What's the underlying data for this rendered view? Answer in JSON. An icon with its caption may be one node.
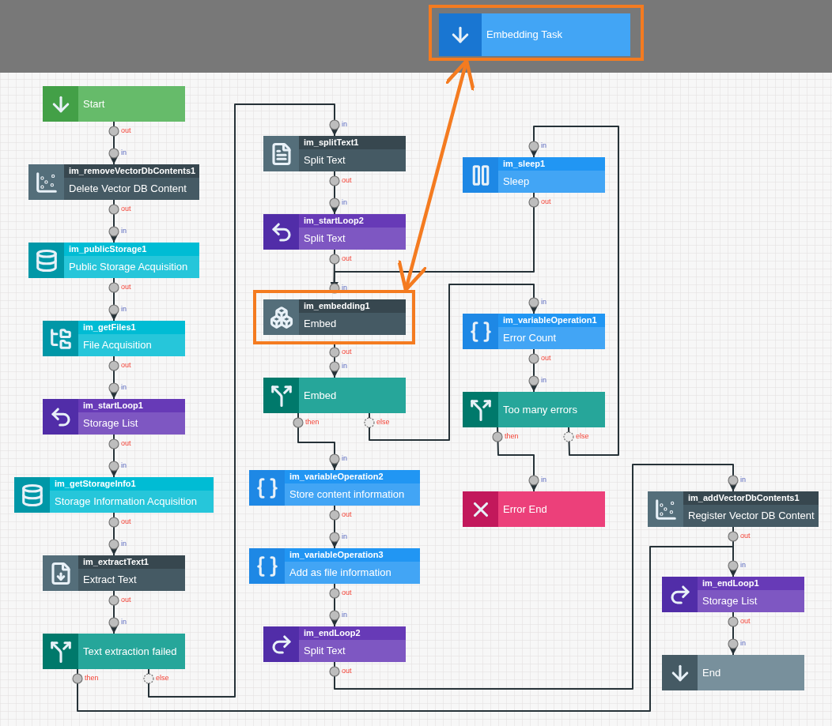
{
  "diagram": {
    "nodes": [
      {
        "text": [
          "Start"
        ],
        "beside": [
          "out"
        ]
      },
      {
        "text": [
          "im_removeVectorDbContents1",
          "Delete Vector DB Content"
        ],
        "beside": [
          "in",
          "out"
        ]
      },
      {
        "text": [
          "im_publicStorage1",
          "Public Storage Acquisition"
        ],
        "beside": [
          "in",
          "out"
        ]
      },
      {
        "text": [
          "im_getFiles1",
          "File Acquisition"
        ],
        "beside": [
          "in",
          "out"
        ]
      },
      {
        "text": [
          "im_startLoop1",
          "Storage List"
        ],
        "beside": [
          "in",
          "out"
        ]
      },
      {
        "text": [
          "im_getStorageInfo1",
          "Storage Information Acquisition"
        ],
        "beside": [
          "in",
          "out"
        ]
      },
      {
        "text": [
          "im_extractText1",
          "Extract Text"
        ],
        "beside": [
          "in",
          "out"
        ]
      },
      {
        "text": [
          "Text extraction failed"
        ],
        "beside": [
          "in",
          "then",
          "else"
        ]
      },
      {
        "text": [
          "im_splitText1",
          "Split Text"
        ],
        "beside": [
          "in",
          "out"
        ]
      },
      {
        "text": [
          "im_startLoop2",
          "Split Text"
        ],
        "beside": [
          "in",
          "out"
        ]
      },
      {
        "text": [
          "im_embedding1",
          "Embed"
        ],
        "beside": [
          "in",
          "out"
        ]
      },
      {
        "text": [
          "Embed"
        ],
        "beside": [
          "in",
          "then",
          "else"
        ]
      },
      {
        "text": [
          "im_variableOperation2",
          "Store content information"
        ],
        "beside": [
          "in",
          "out"
        ]
      },
      {
        "text": [
          "im_variableOperation3",
          "Add as file information"
        ],
        "beside": [
          "in",
          "out"
        ]
      },
      {
        "text": [
          "im_endLoop2",
          "Split Text"
        ],
        "beside": [
          "in",
          "out"
        ]
      },
      {
        "text": [
          "im_sleep1",
          "Sleep"
        ],
        "beside": [
          "in",
          "out"
        ]
      },
      {
        "text": [
          "im_variableOperation1",
          "Error Count"
        ],
        "beside": [
          "in",
          "out"
        ]
      },
      {
        "text": [
          "Too many errors"
        ],
        "beside": [
          "in",
          "then",
          "else"
        ]
      },
      {
        "text": [
          "Error End"
        ],
        "beside": [
          "in"
        ]
      },
      {
        "text": [
          "im_addVectorDbContents1",
          "Register Vector DB Content"
        ],
        "beside": [
          "in",
          "out"
        ]
      },
      {
        "text": [
          "im_endLoop1",
          "Storage List"
        ],
        "beside": [
          "in",
          "out"
        ]
      },
      {
        "text": [
          "End"
        ],
        "beside": [
          "in"
        ]
      },
      {
        "text": [
          "Embedding Task"
        ]
      }
    ],
    "edges": [
      {
        "from": 0,
        "to": 1,
        "arrow": "to"
      },
      {
        "from": 1,
        "to": 2,
        "arrow": "to"
      },
      {
        "from": 2,
        "to": 3,
        "arrow": "to"
      },
      {
        "from": 3,
        "to": 4,
        "arrow": "to"
      },
      {
        "from": 4,
        "to": 5,
        "arrow": "to"
      },
      {
        "from": 5,
        "to": 6,
        "arrow": "to"
      },
      {
        "from": 6,
        "to": 7,
        "arrow": "to"
      },
      {
        "from": 7,
        "to": 8,
        "arrow": "to"
      },
      {
        "from": 8,
        "to": 9,
        "arrow": "to"
      },
      {
        "from": 9,
        "to": 10,
        "arrow": "to"
      },
      {
        "from": 15,
        "to": 10,
        "arrow": "to"
      },
      {
        "from": 10,
        "to": 11,
        "arrow": "to"
      },
      {
        "from": 11,
        "to": 12,
        "arrow": "to"
      },
      {
        "from": 11,
        "to": 16,
        "arrow": "to"
      },
      {
        "from": 12,
        "to": 13,
        "arrow": "to"
      },
      {
        "from": 13,
        "to": 14,
        "arrow": "to"
      },
      {
        "from": 14,
        "to": 19,
        "arrow": "to"
      },
      {
        "from": 7,
        "to": 20,
        "arrow": "to"
      },
      {
        "from": 19,
        "to": 20,
        "arrow": "to"
      },
      {
        "from": 20,
        "to": 21,
        "arrow": "to"
      },
      {
        "from": 16,
        "to": 17,
        "arrow": "to"
      },
      {
        "from": 17,
        "to": 18,
        "arrow": "to"
      },
      {
        "from": 17,
        "to": 15,
        "arrow": "to"
      },
      {
        "from": 10,
        "to": 22,
        "arrow": "both",
        "style": "thick",
        "color": "#f47b20"
      }
    ]
  }
}
